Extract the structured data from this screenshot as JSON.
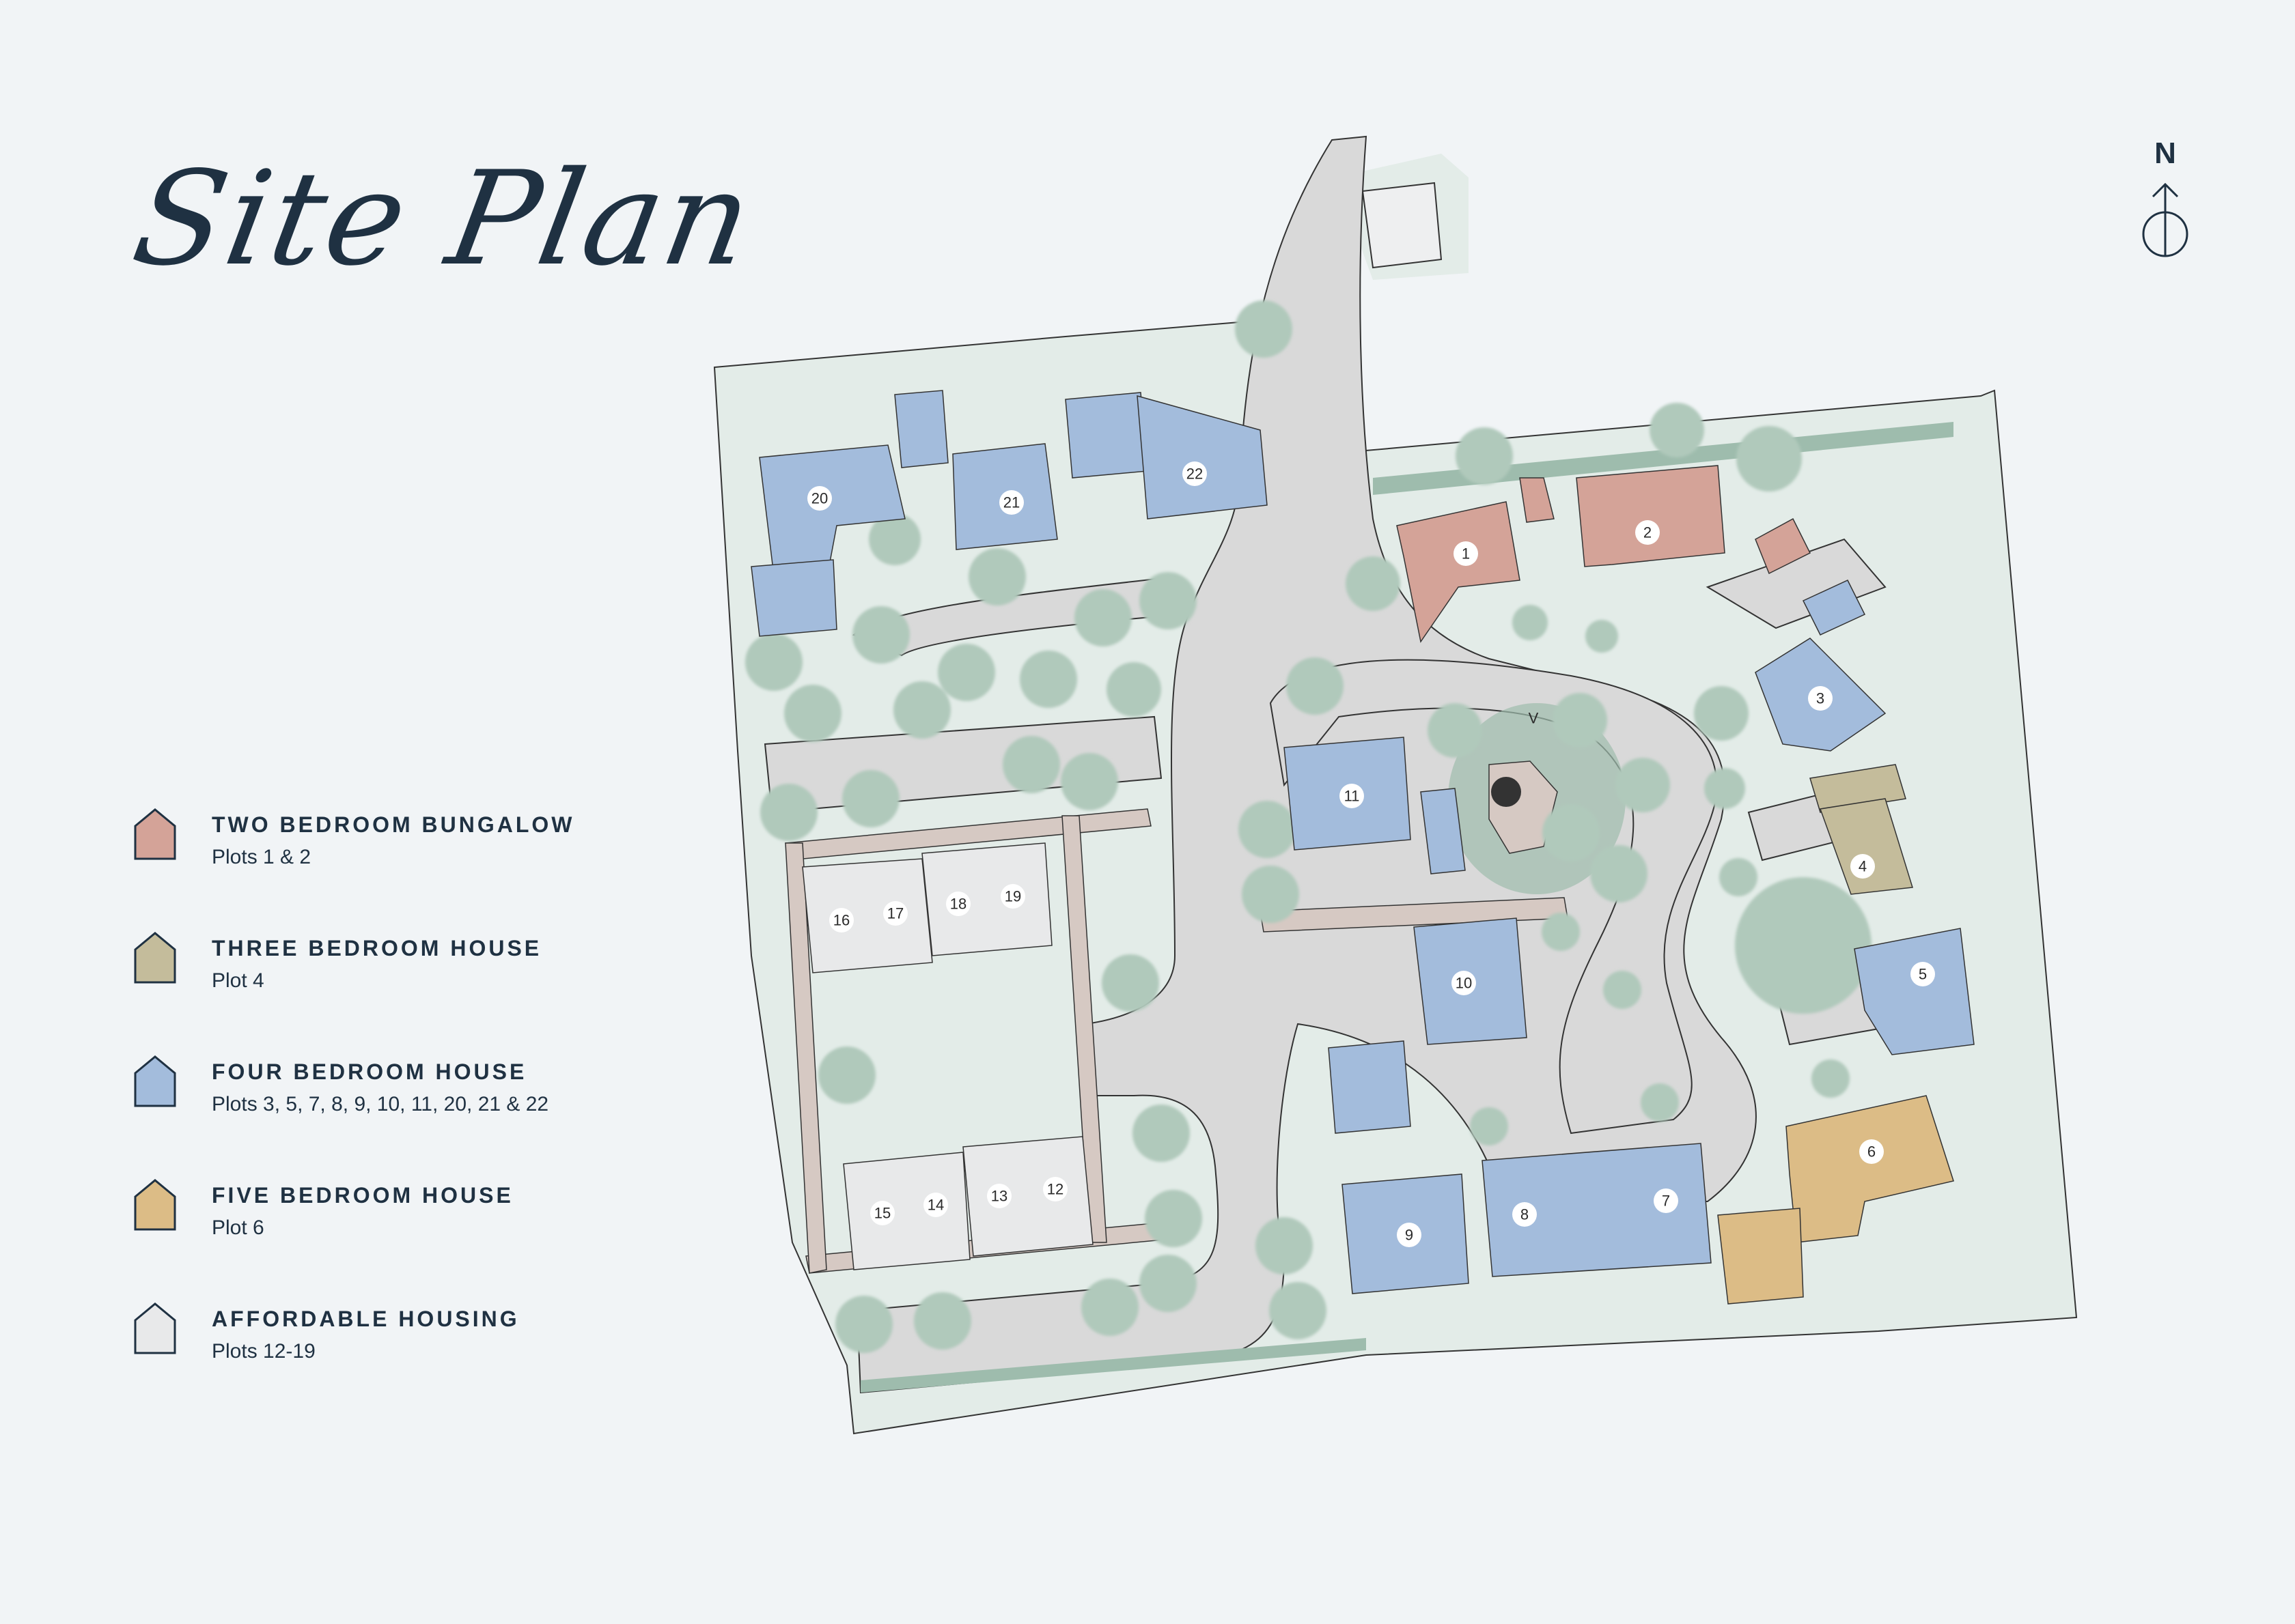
{
  "header": {
    "title": "Site Plan"
  },
  "compass": {
    "label": "N"
  },
  "colors": {
    "background": "#f1f4f6",
    "text": "#1f3142",
    "two_bed_bungalow": "#d4a398",
    "three_bed_house": "#c4bc9b",
    "four_bed_house": "#a3bcdc",
    "five_bed_house": "#dcbc86",
    "affordable_housing": "#e8e9ea",
    "grass": "#e3ece8",
    "road": "#d9d9d9",
    "tree": "#b0c9bb",
    "hedge": "#9ebcad",
    "path": "#d6c9c3"
  },
  "legend": {
    "items": [
      {
        "title": "TWO BEDROOM BUNGALOW",
        "plots": "Plots 1 & 2",
        "color": "#d4a398"
      },
      {
        "title": "THREE BEDROOM HOUSE",
        "plots": "Plot 4",
        "color": "#c4bc9b"
      },
      {
        "title": "FOUR BEDROOM HOUSE",
        "plots": "Plots 3, 5, 7, 8, 9, 10, 11, 20, 21 & 22",
        "color": "#a3bcdc"
      },
      {
        "title": "FIVE BEDROOM HOUSE",
        "plots": "Plot 6",
        "color": "#dcbc86"
      },
      {
        "title": "AFFORDABLE HOUSING",
        "plots": "Plots 12-19",
        "color": "#e8e9ea"
      }
    ]
  },
  "map": {
    "plots": [
      {
        "number": "1",
        "type": "two_bed_bungalow"
      },
      {
        "number": "2",
        "type": "two_bed_bungalow"
      },
      {
        "number": "3",
        "type": "four_bed_house"
      },
      {
        "number": "4",
        "type": "three_bed_house"
      },
      {
        "number": "5",
        "type": "four_bed_house"
      },
      {
        "number": "6",
        "type": "five_bed_house"
      },
      {
        "number": "7",
        "type": "four_bed_house"
      },
      {
        "number": "8",
        "type": "four_bed_house"
      },
      {
        "number": "9",
        "type": "four_bed_house"
      },
      {
        "number": "10",
        "type": "four_bed_house"
      },
      {
        "number": "11",
        "type": "four_bed_house"
      },
      {
        "number": "12",
        "type": "affordable_housing"
      },
      {
        "number": "13",
        "type": "affordable_housing"
      },
      {
        "number": "14",
        "type": "affordable_housing"
      },
      {
        "number": "15",
        "type": "affordable_housing"
      },
      {
        "number": "16",
        "type": "affordable_housing"
      },
      {
        "number": "17",
        "type": "affordable_housing"
      },
      {
        "number": "18",
        "type": "affordable_housing"
      },
      {
        "number": "19",
        "type": "affordable_housing"
      },
      {
        "number": "20",
        "type": "four_bed_house"
      },
      {
        "number": "21",
        "type": "four_bed_house"
      },
      {
        "number": "22",
        "type": "four_bed_house"
      }
    ],
    "visitor_parking_label": "V"
  }
}
